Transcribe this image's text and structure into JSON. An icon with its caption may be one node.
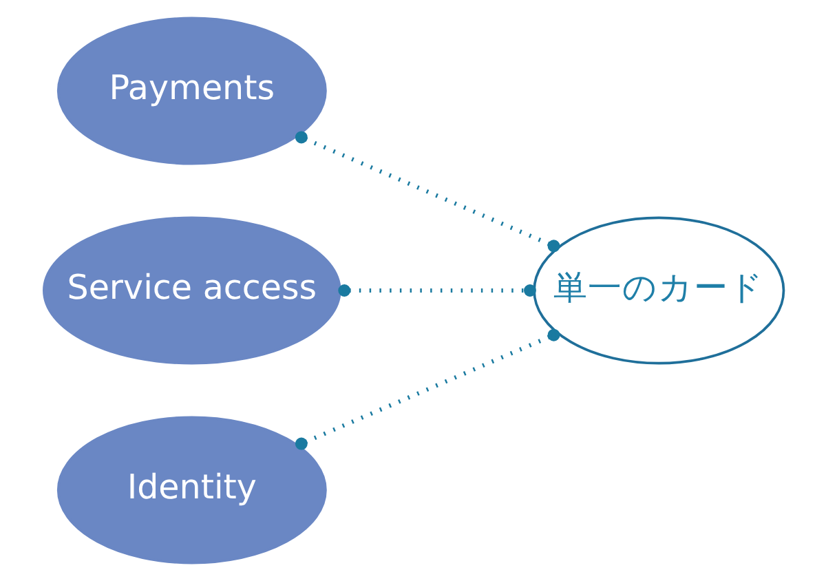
{
  "diagram": {
    "nodes": [
      {
        "text": [
          "Payments"
        ]
      },
      {
        "text": [
          "Service access"
        ]
      },
      {
        "text": [
          "Identity"
        ]
      },
      {
        "text": [
          "単一のカード"
        ]
      }
    ],
    "edges": [
      {
        "from": 0,
        "to": 3,
        "arrow": "other"
      },
      {
        "from": 1,
        "to": 3,
        "arrow": "other"
      },
      {
        "from": 2,
        "to": 3,
        "arrow": "other"
      }
    ]
  }
}
